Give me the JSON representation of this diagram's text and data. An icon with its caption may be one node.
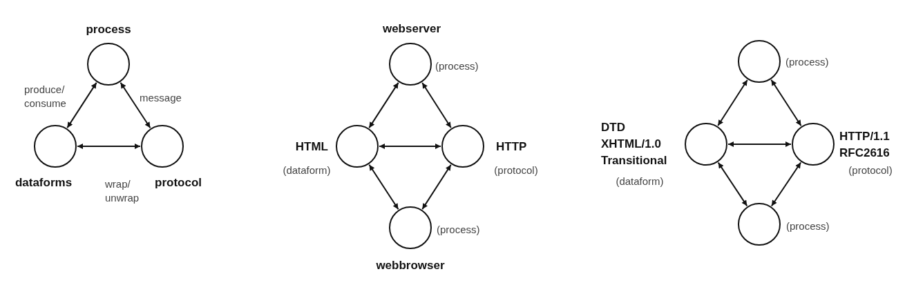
{
  "diagram": {
    "nodes": [
      {
        "text": [
          "process"
        ]
      },
      {
        "text": [
          "dataforms"
        ]
      },
      {
        "text": [
          "protocol"
        ]
      },
      {
        "text": [
          "webserver"
        ],
        "beside": [
          "(process)"
        ]
      },
      {
        "text": [
          "HTML"
        ],
        "beside": [
          "(dataform)"
        ]
      },
      {
        "text": [
          "HTTP"
        ],
        "beside": [
          "(protocol)"
        ]
      },
      {
        "text": [
          "webbrowser"
        ],
        "beside": [
          "(process)"
        ]
      },
      {
        "text": [],
        "shape": "circle",
        "beside": [
          "(process)"
        ]
      },
      {
        "text": [
          "DTD XHTML/1.0 Transitional"
        ],
        "beside": [
          "(dataform)"
        ]
      },
      {
        "text": [
          "HTTP/1.1 RFC2616"
        ],
        "beside": [
          "(protocol)"
        ]
      },
      {
        "text": [],
        "shape": "circle",
        "beside": [
          "(process)"
        ]
      }
    ],
    "edges": [
      {
        "from": 0,
        "to": 1,
        "arrow": "both",
        "label": "produce/ consume"
      },
      {
        "from": 0,
        "to": 2,
        "arrow": "both",
        "label": "message"
      },
      {
        "from": 1,
        "to": 2,
        "arrow": "both",
        "label": "wrap/ unwrap"
      },
      {
        "from": 3,
        "to": 4,
        "arrow": "both"
      },
      {
        "from": 3,
        "to": 5,
        "arrow": "both"
      },
      {
        "from": 4,
        "to": 5,
        "arrow": "both"
      },
      {
        "from": 4,
        "to": 6,
        "arrow": "both"
      },
      {
        "from": 5,
        "to": 6,
        "arrow": "both"
      },
      {
        "from": 7,
        "to": 8,
        "arrow": "both"
      },
      {
        "from": 7,
        "to": 9,
        "arrow": "both"
      },
      {
        "from": 8,
        "to": 9,
        "arrow": "both"
      },
      {
        "from": 8,
        "to": 10,
        "arrow": "both"
      },
      {
        "from": 9,
        "to": 10,
        "arrow": "both"
      }
    ]
  }
}
